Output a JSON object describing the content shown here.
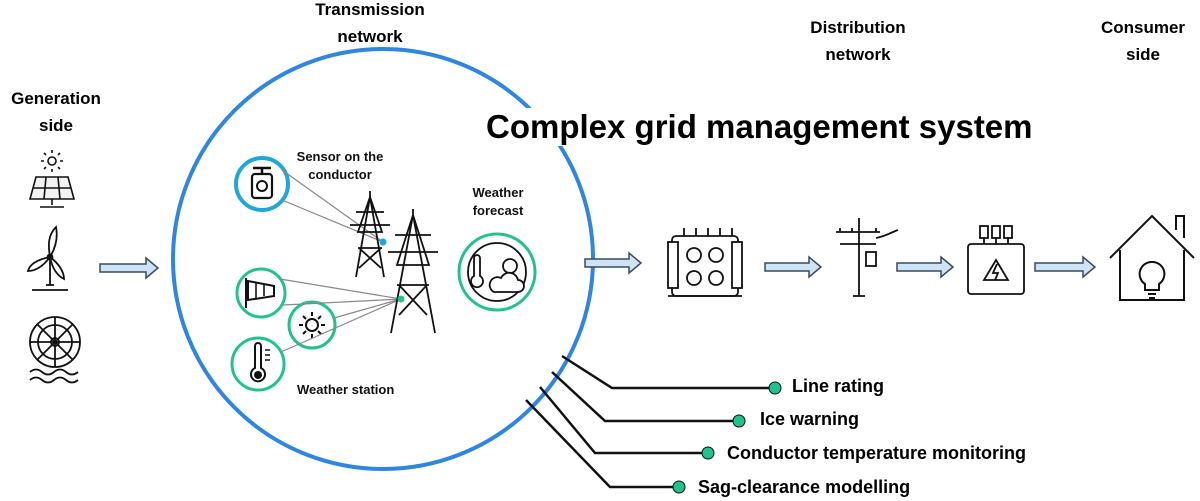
{
  "labels": {
    "generation": "Generation side",
    "transmission": "Transmission network",
    "distribution": "Distribution network",
    "consumer": "Consumer side",
    "title": "Complex grid management system",
    "sensor": "Sensor on the conductor",
    "weather_forecast": "Weather forecast",
    "weather_station": "Weather station"
  },
  "outputs": [
    "Line rating",
    "Ice warning",
    "Conductor temperature monitoring",
    "Sag-clearance modelling"
  ],
  "colors": {
    "circle": "#2f86e0",
    "teal": "#22c28e",
    "sensor_blue": "#1ea7d8",
    "arrow_fill": "#cfe3f7",
    "arrow_stroke": "#3a4a5c"
  },
  "icons": {
    "generation": [
      "solar-panel-icon",
      "wind-turbine-icon",
      "water-wheel-icon"
    ],
    "network": [
      "transformer-icon",
      "utility-pole-icon",
      "distribution-transformer-icon",
      "smart-home-icon"
    ],
    "sensors": [
      "conductor-sensor-icon",
      "windsock-icon",
      "sun-icon",
      "thermometer-icon",
      "weather-forecast-icon"
    ]
  }
}
